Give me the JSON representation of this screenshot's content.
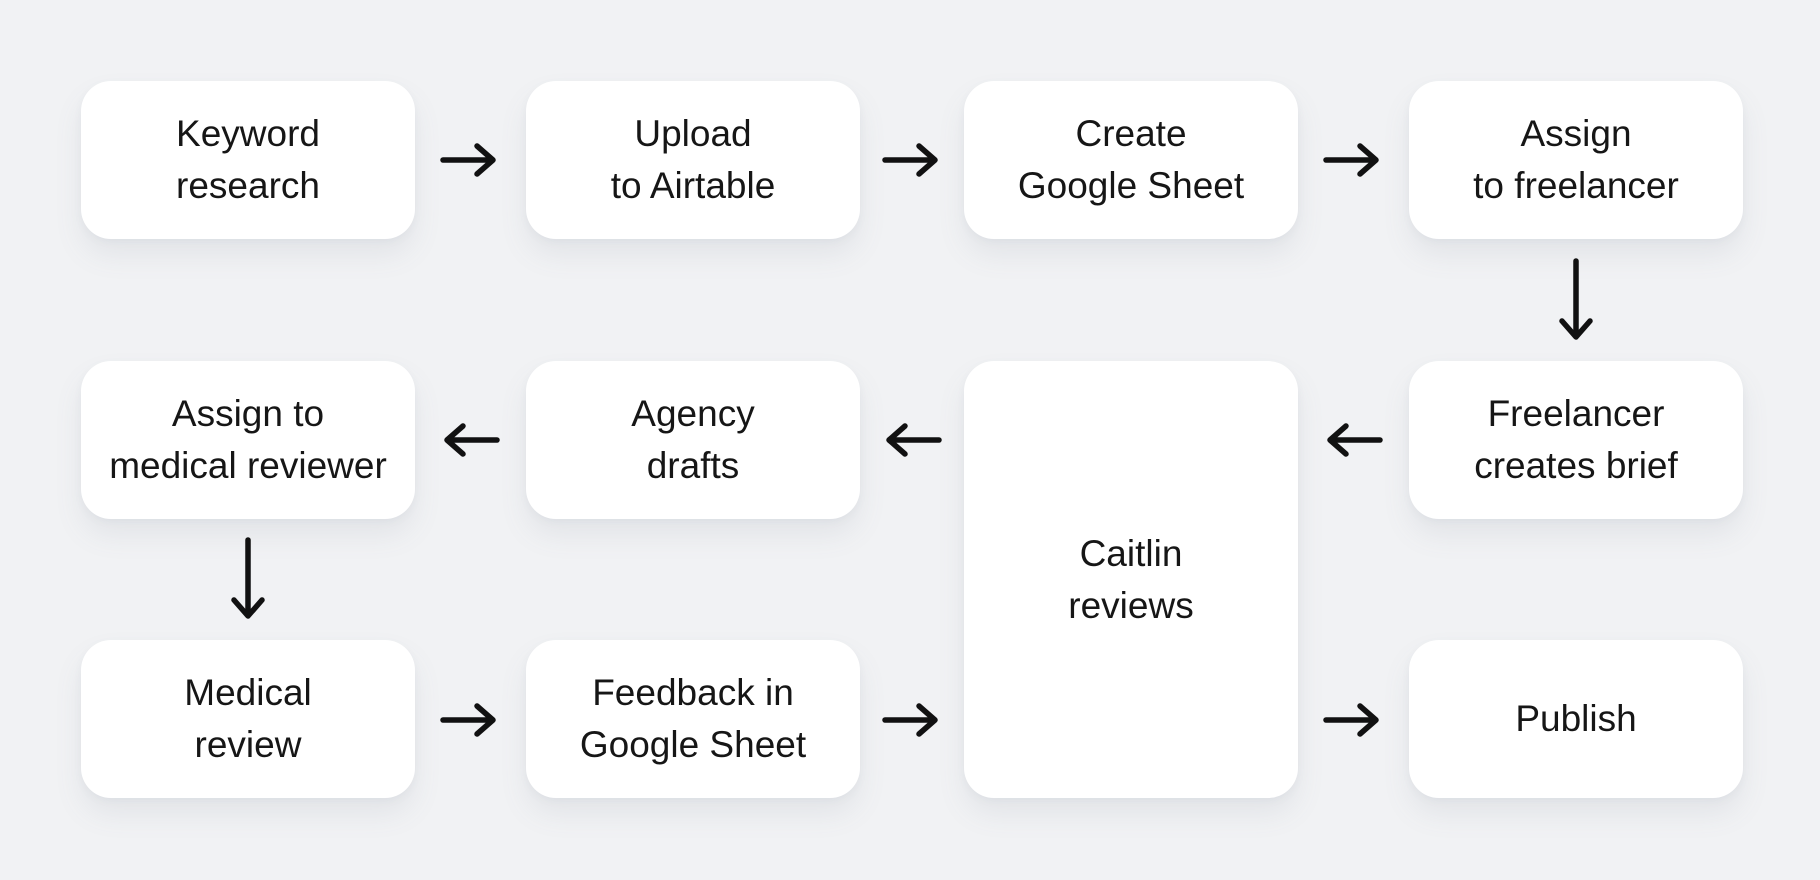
{
  "theme": {
    "background": "#f1f2f4",
    "node_background": "#ffffff",
    "text_color": "#161616",
    "arrow_color": "#111111"
  },
  "diagram": {
    "type": "flowchart",
    "nodes": [
      {
        "id": "keyword-research",
        "lines": [
          "Keyword",
          "research"
        ]
      },
      {
        "id": "upload-to-airtable",
        "lines": [
          "Upload",
          "to Airtable"
        ]
      },
      {
        "id": "create-google-sheet",
        "lines": [
          "Create",
          "Google Sheet"
        ]
      },
      {
        "id": "assign-to-freelancer",
        "lines": [
          "Assign",
          "to freelancer"
        ]
      },
      {
        "id": "freelancer-creates-brief",
        "lines": [
          "Freelancer",
          "creates brief"
        ]
      },
      {
        "id": "caitlin-reviews",
        "lines": [
          "Caitlin",
          "reviews"
        ]
      },
      {
        "id": "agency-drafts",
        "lines": [
          "Agency",
          "drafts"
        ]
      },
      {
        "id": "assign-to-medical-reviewer",
        "lines": [
          "Assign to",
          "medical reviewer"
        ]
      },
      {
        "id": "medical-review",
        "lines": [
          "Medical",
          "review"
        ]
      },
      {
        "id": "feedback-in-google-sheet",
        "lines": [
          "Feedback in",
          "Google Sheet"
        ]
      },
      {
        "id": "publish",
        "lines": [
          "Publish"
        ]
      }
    ],
    "connections": [
      {
        "from": "keyword-research",
        "to": "upload-to-airtable",
        "direction": "right"
      },
      {
        "from": "upload-to-airtable",
        "to": "create-google-sheet",
        "direction": "right"
      },
      {
        "from": "create-google-sheet",
        "to": "assign-to-freelancer",
        "direction": "right"
      },
      {
        "from": "assign-to-freelancer",
        "to": "freelancer-creates-brief",
        "direction": "down"
      },
      {
        "from": "freelancer-creates-brief",
        "to": "caitlin-reviews",
        "direction": "left"
      },
      {
        "from": "caitlin-reviews",
        "to": "agency-drafts",
        "direction": "left"
      },
      {
        "from": "agency-drafts",
        "to": "assign-to-medical-reviewer",
        "direction": "left"
      },
      {
        "from": "assign-to-medical-reviewer",
        "to": "medical-review",
        "direction": "down"
      },
      {
        "from": "medical-review",
        "to": "feedback-in-google-sheet",
        "direction": "right"
      },
      {
        "from": "feedback-in-google-sheet",
        "to": "caitlin-reviews",
        "direction": "right"
      },
      {
        "from": "caitlin-reviews",
        "to": "publish",
        "direction": "right"
      }
    ]
  }
}
